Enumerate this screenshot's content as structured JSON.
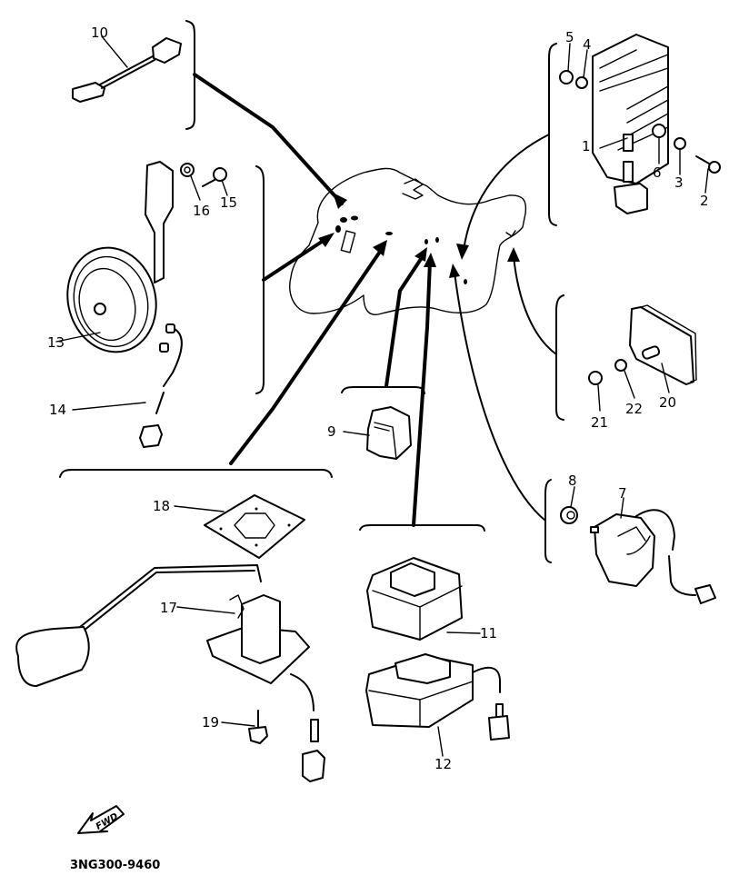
{
  "diagram": {
    "type": "exploded-parts-diagram",
    "drawing_code": "3NG300-9460",
    "direction_indicator": "FWD",
    "parts": [
      {
        "ref": "1",
        "description": "rectifier/regulator unit"
      },
      {
        "ref": "2",
        "description": "bolt"
      },
      {
        "ref": "3",
        "description": "washer"
      },
      {
        "ref": "4",
        "description": "washer"
      },
      {
        "ref": "5",
        "description": "nut"
      },
      {
        "ref": "6",
        "description": "collar"
      },
      {
        "ref": "7",
        "description": "relay with wire harness"
      },
      {
        "ref": "8",
        "description": "grommet"
      },
      {
        "ref": "9",
        "description": "relay"
      },
      {
        "ref": "10",
        "description": "wire lead with connector"
      },
      {
        "ref": "11",
        "description": "flasher unit"
      },
      {
        "ref": "12",
        "description": "control unit with lead"
      },
      {
        "ref": "13",
        "description": "horn with bracket"
      },
      {
        "ref": "14",
        "description": "horn lead"
      },
      {
        "ref": "15",
        "description": "bolt"
      },
      {
        "ref": "16",
        "description": "washer"
      },
      {
        "ref": "17",
        "description": "fuel sender unit with float arm"
      },
      {
        "ref": "18",
        "description": "gasket"
      },
      {
        "ref": "19",
        "description": "screw"
      },
      {
        "ref": "20",
        "description": "resistor"
      },
      {
        "ref": "21",
        "description": "nut"
      },
      {
        "ref": "22",
        "description": "washer"
      }
    ]
  }
}
